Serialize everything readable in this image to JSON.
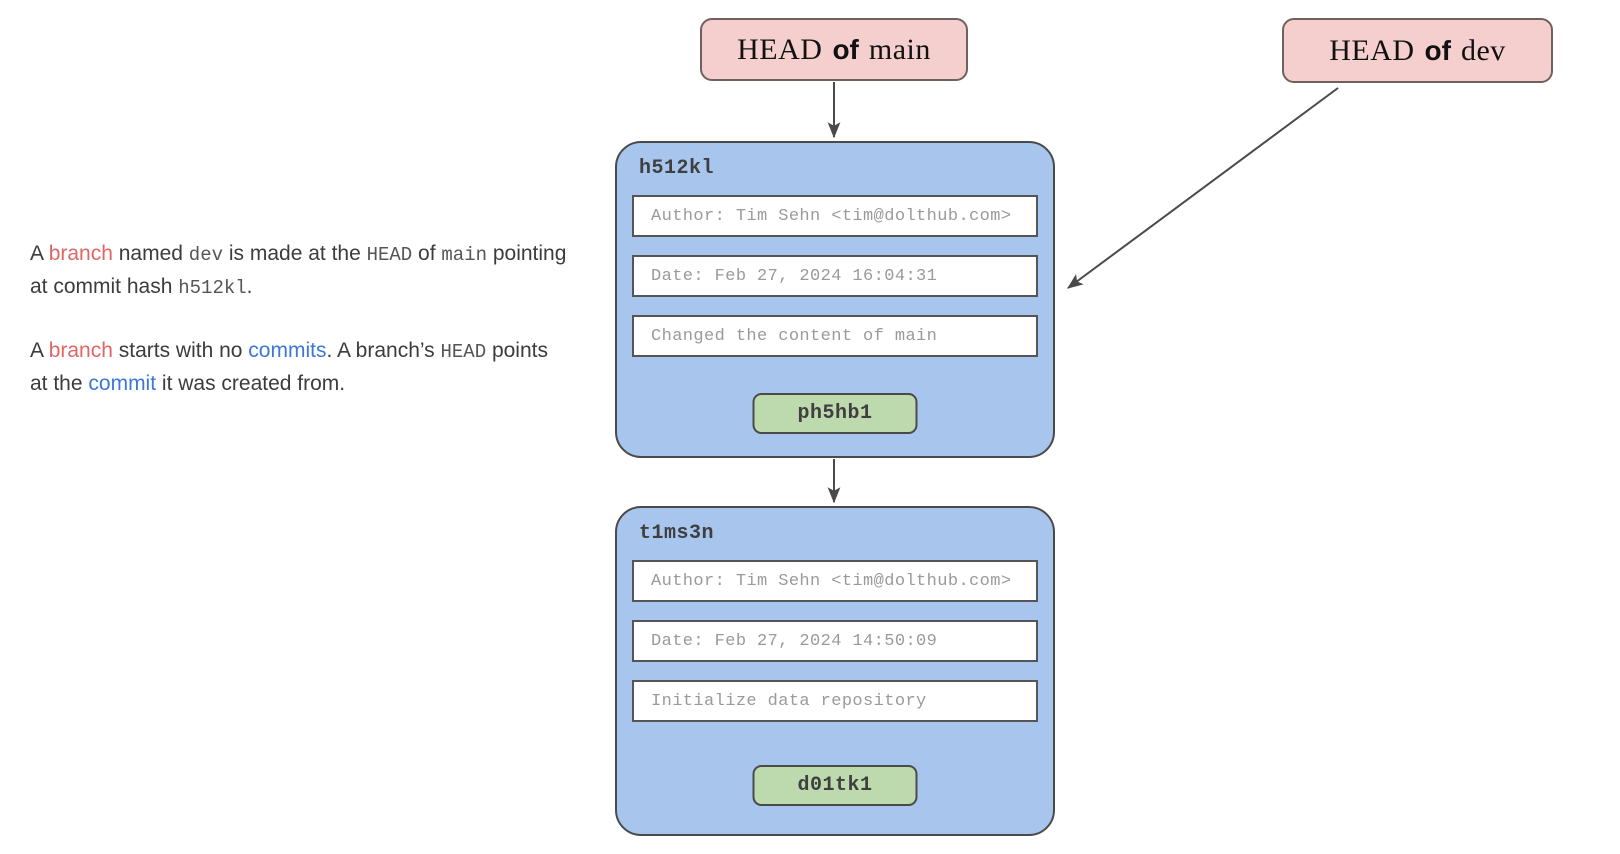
{
  "description": {
    "paragraphs": [
      {
        "id": "p1",
        "segments": [
          {
            "text": "A ",
            "style": "plain"
          },
          {
            "text": "branch",
            "style": "branch"
          },
          {
            "text": " named ",
            "style": "plain"
          },
          {
            "text": "dev",
            "style": "mono"
          },
          {
            "text": " is made at the ",
            "style": "plain"
          },
          {
            "text": "HEAD",
            "style": "mono"
          },
          {
            "text": " of ",
            "style": "plain"
          },
          {
            "text": "main",
            "style": "mono"
          },
          {
            "text": " pointing at commit hash ",
            "style": "plain"
          },
          {
            "text": "h512kl",
            "style": "mono"
          },
          {
            "text": ".",
            "style": "plain"
          }
        ]
      },
      {
        "id": "p2",
        "segments": [
          {
            "text": "A ",
            "style": "plain"
          },
          {
            "text": "branch",
            "style": "branch"
          },
          {
            "text": " starts with no ",
            "style": "plain"
          },
          {
            "text": "commits",
            "style": "commit"
          },
          {
            "text": ". A branch’s ",
            "style": "plain"
          },
          {
            "text": "HEAD",
            "style": "mono"
          },
          {
            "text": " points at the ",
            "style": "plain"
          },
          {
            "text": "commit",
            "style": "commit"
          },
          {
            "text": " it was created from.",
            "style": "plain"
          }
        ]
      }
    ]
  },
  "head_pointers": [
    {
      "id": "head-main",
      "name": "head-of-main",
      "prefix": "HEAD",
      "connector": "of",
      "branch": "main"
    },
    {
      "id": "head-dev",
      "name": "head-of-dev",
      "prefix": "HEAD",
      "connector": "of",
      "branch": "dev"
    }
  ],
  "commits": [
    {
      "id": "commit-h512kl",
      "hash": "h512kl",
      "author": "Author: Tim Sehn <tim@dolthub.com>",
      "date": "Date: Feb 27, 2024 16:04:31",
      "message": "Changed the content of main",
      "parent_hash": "ph5hb1"
    },
    {
      "id": "commit-t1ms3n",
      "hash": "t1ms3n",
      "author": "Author: Tim Sehn <tim@dolthub.com>",
      "date": "Date: Feb 27, 2024 14:50:09",
      "message": "Initialize data repository",
      "parent_hash": "d01tk1"
    }
  ],
  "connectors": [
    {
      "name": "head-main-to-h512kl",
      "from": "head-of-main",
      "to": "commit-h512kl"
    },
    {
      "name": "head-dev-to-h512kl",
      "from": "head-of-dev",
      "to": "commit-h512kl"
    },
    {
      "name": "h512kl-to-t1ms3n",
      "from": "commit-h512kl",
      "to": "commit-t1ms3n"
    }
  ],
  "colors": {
    "head_pill_fill": "#f5cfcd",
    "head_pill_border": "#70605e",
    "commit_fill": "#a8c5ee",
    "commit_border": "#4a4a4a",
    "parent_badge_fill": "#bdd9ae",
    "field_fill": "#ffffff",
    "field_border": "#555555",
    "field_text": "#9a9a9a",
    "arrow": "#4a4a4a",
    "branch_keyword": "#e06666",
    "commit_keyword": "#3c78d8",
    "body_text": "#3c3c3c"
  }
}
